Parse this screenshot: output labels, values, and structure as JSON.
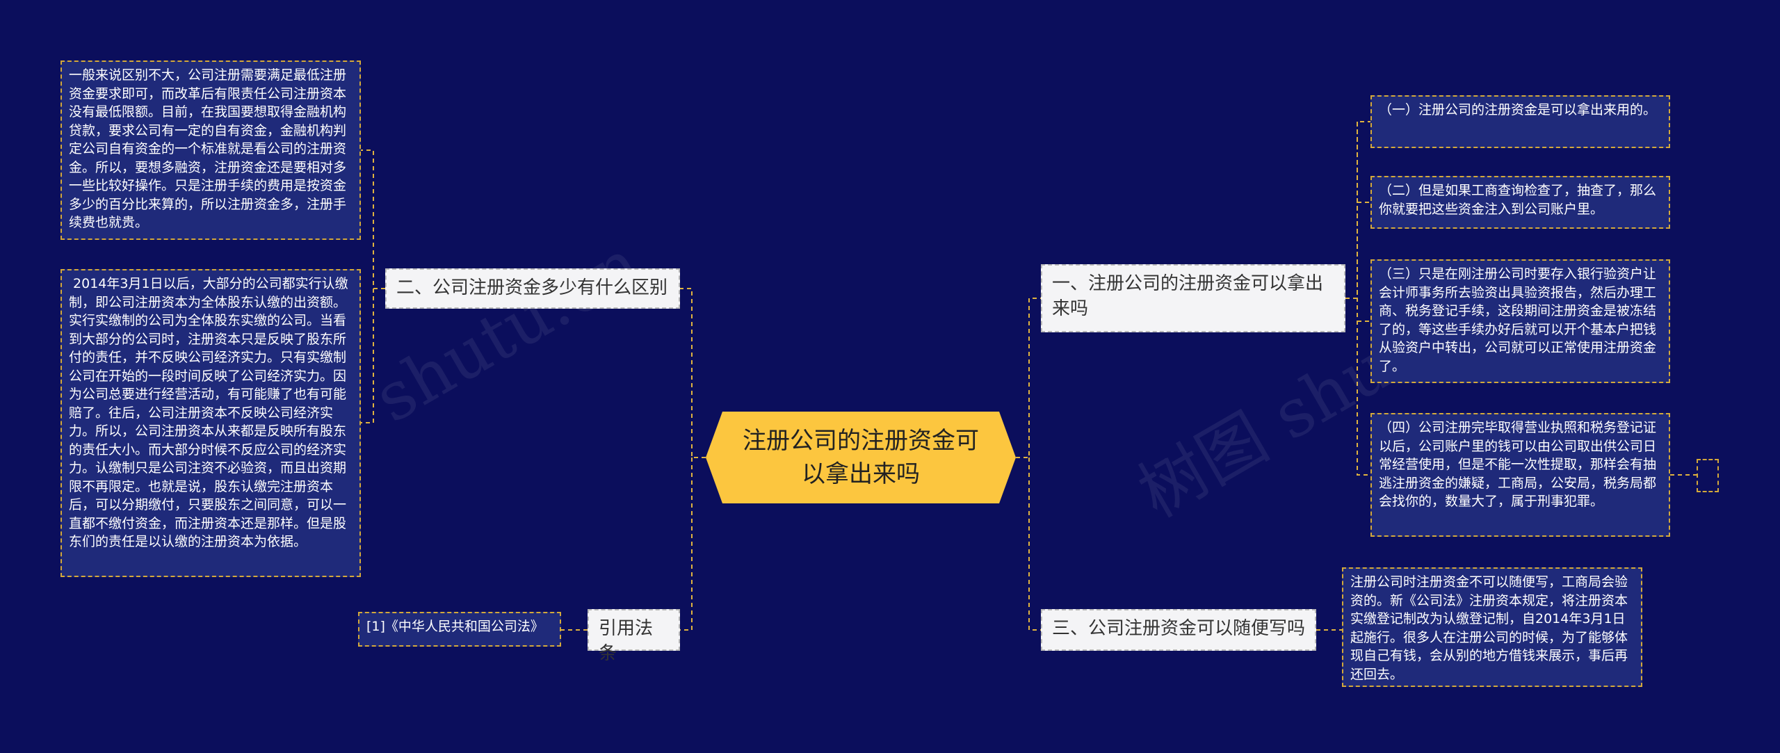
{
  "watermark": {
    "left": "shutu.cn",
    "right": "树图 shutu.cn"
  },
  "root": {
    "label": "注册公司的注册资金可以拿出来吗"
  },
  "branches": {
    "b1": {
      "label": "一、注册公司的注册资金可以拿出来吗"
    },
    "b2": {
      "label": "二、公司注册资金多少有什么区别"
    },
    "b3": {
      "label": "三、公司注册资金可以随便写吗"
    },
    "b4": {
      "label": "引用法条"
    }
  },
  "leaves": {
    "b1_1": "（一）注册公司的注册资金是可以拿出来用的。",
    "b1_2": "（二）但是如果工商查询检查了，抽查了，那么你就要把这些资金注入到公司账户里。",
    "b1_3": "（三）只是在刚注册公司时要存入银行验资户让会计师事务所去验资出具验资报告，然后办理工商、税务登记手续，这段期间注册资金是被冻结了的，等这些手续办好后就可以开个基本户把钱从验资户中转出，公司就可以正常使用注册资金了。",
    "b1_4": "（四）公司注册完毕取得营业执照和税务登记证以后，公司账户里的钱可以由公司取出供公司日常经营使用，但是不能一次性提取，那样会有抽逃注册资金的嫌疑，工商局，公安局，税务局都会找你的，数量大了，属于刑事犯罪。",
    "b2_1": "一般来说区别不大，公司注册需要满足最低注册资金要求即可，而改革后有限责任公司注册资本没有最低限额。目前，在我国要想取得金融机构贷款，要求公司有一定的自有资金，金融机构判定公司自有资金的一个标准就是看公司的注册资金。所以，要想多融资，注册资金还是要相对多一些比较好操作。只是注册手续的费用是按资金多少的百分比来算的，所以注册资金多，注册手续费也就贵。",
    "b2_2": " 2014年3月1日以后，大部分的公司都实行认缴制，即公司注册资本为全体股东认缴的出资额。实行实缴制的公司为全体股东实缴的公司。当看到大部分的公司时，注册资本只是反映了股东所付的责任，并不反映公司经济实力。只有实缴制公司在开始的一段时间反映了公司经济实力。因为公司总要进行经营活动，有可能赚了也有可能赔了。往后，公司注册资本不反映公司经济实力。所以，公司注册资本从来都是反映所有股东的责任大小。而大部分时候不反应公司的经济实力。认缴制只是公司注资不必验资，而且出资期限不再限定。也就是说，股东认缴完注册资本后，可以分期缴付，只要股东之间同意，可以一直都不缴付资金，而注册资本还是那样。但是股东们的责任是以认缴的注册资本为依据。",
    "b3_1": "注册公司时注册资金不可以随便写，工商局会验资的。新《公司法》注册资本规定，将注册资本实缴登记制改为认缴登记制，自2014年3月1日起施行。很多人在注册公司的时候，为了能够体现自己有钱，会从别的地方借钱来展示，事后再还回去。",
    "b4_1": "[1]《中华人民共和国公司法》"
  },
  "colors": {
    "background": "#0b0e5c",
    "root": "#fcc63f",
    "branch": "#f4f4f6",
    "leaf": "#1f2a7a",
    "connector": "#e0b33f"
  }
}
